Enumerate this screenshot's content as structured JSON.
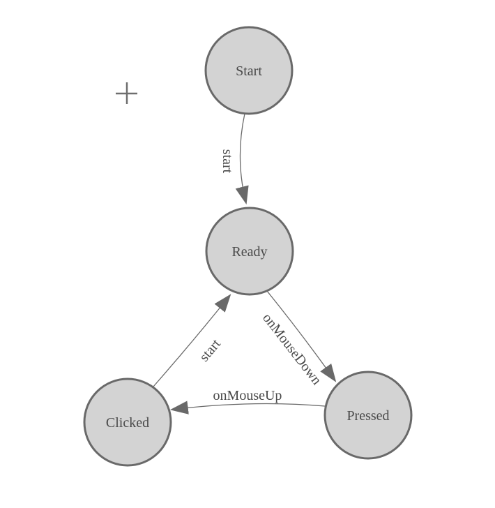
{
  "diagram": {
    "type": "state-machine",
    "nodes": [
      {
        "id": "start",
        "label": "Start"
      },
      {
        "id": "ready",
        "label": "Ready"
      },
      {
        "id": "clicked",
        "label": "Clicked"
      },
      {
        "id": "pressed",
        "label": "Pressed"
      }
    ],
    "edges": [
      {
        "id": "start-to-ready",
        "from": "Start",
        "to": "Ready",
        "label": "start"
      },
      {
        "id": "clicked-to-ready",
        "from": "Clicked",
        "to": "Ready",
        "label": "start"
      },
      {
        "id": "ready-to-pressed",
        "from": "Ready",
        "to": "Pressed",
        "label": "onMouseDown"
      },
      {
        "id": "pressed-to-clicked",
        "from": "Pressed",
        "to": "Clicked",
        "label": "onMouseUp"
      }
    ],
    "cursor": "crosshair"
  },
  "colors": {
    "background": "#ffffff",
    "node_fill": "#d3d3d3",
    "node_stroke": "#696969",
    "edge_stroke": "#696969",
    "arrowhead": "#696969",
    "label_text": "#4a4a4a",
    "crosshair": "#6e6e6e"
  }
}
